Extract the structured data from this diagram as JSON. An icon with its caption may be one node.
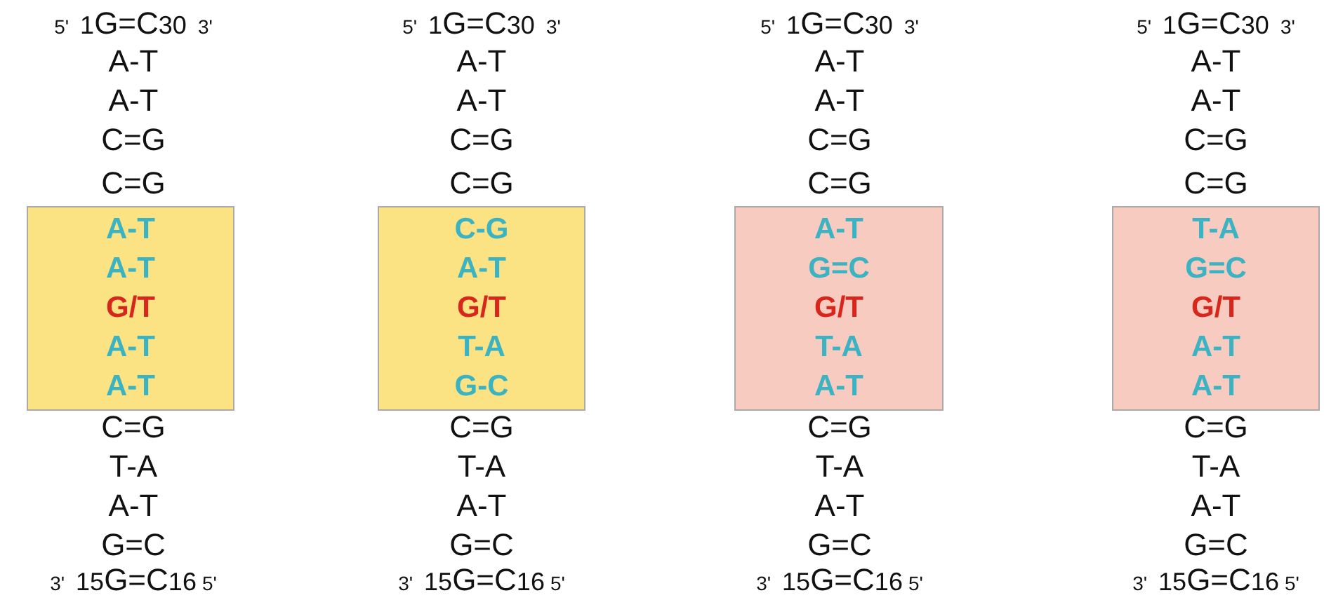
{
  "diagram": {
    "nodes": [
      {
        "text": [
          "A-T",
          "A-T",
          "G/T",
          "A-T",
          "A-T"
        ]
      },
      {
        "text": [
          "C-G",
          "A-T",
          "G/T",
          "T-A",
          "G-C"
        ]
      },
      {
        "text": [
          "A-T",
          "G=C",
          "G/T",
          "T-A",
          "A-T"
        ]
      },
      {
        "text": [
          "T-A",
          "G=C",
          "G/T",
          "A-T",
          "A-T"
        ]
      }
    ],
    "labels": [
      "5'",
      "1",
      "G=C",
      "30",
      "3'",
      "A-T",
      "A-T",
      "C=G",
      "C=G",
      "C=G",
      "T-A",
      "A-T",
      "G=C",
      "3'",
      "15",
      "G=C",
      "16",
      "5'",
      "5'",
      "1",
      "G=C",
      "30",
      "3'",
      "A-T",
      "A-T",
      "C=G",
      "C=G",
      "C=G",
      "T-A",
      "A-T",
      "G=C",
      "3'",
      "15",
      "G=C",
      "16",
      "5'",
      "5'",
      "1",
      "G=C",
      "30",
      "3'",
      "A-T",
      "A-T",
      "C=G",
      "C=G",
      "C=G",
      "T-A",
      "A-T",
      "G=C",
      "3'",
      "15",
      "G=C",
      "16",
      "5'",
      "5'",
      "1",
      "G=C",
      "30",
      "3'",
      "A-T",
      "A-T",
      "C=G",
      "C=G",
      "C=G",
      "T-A",
      "A-T",
      "G=C",
      "3'",
      "15",
      "G=C",
      "16",
      "5'"
    ]
  }
}
